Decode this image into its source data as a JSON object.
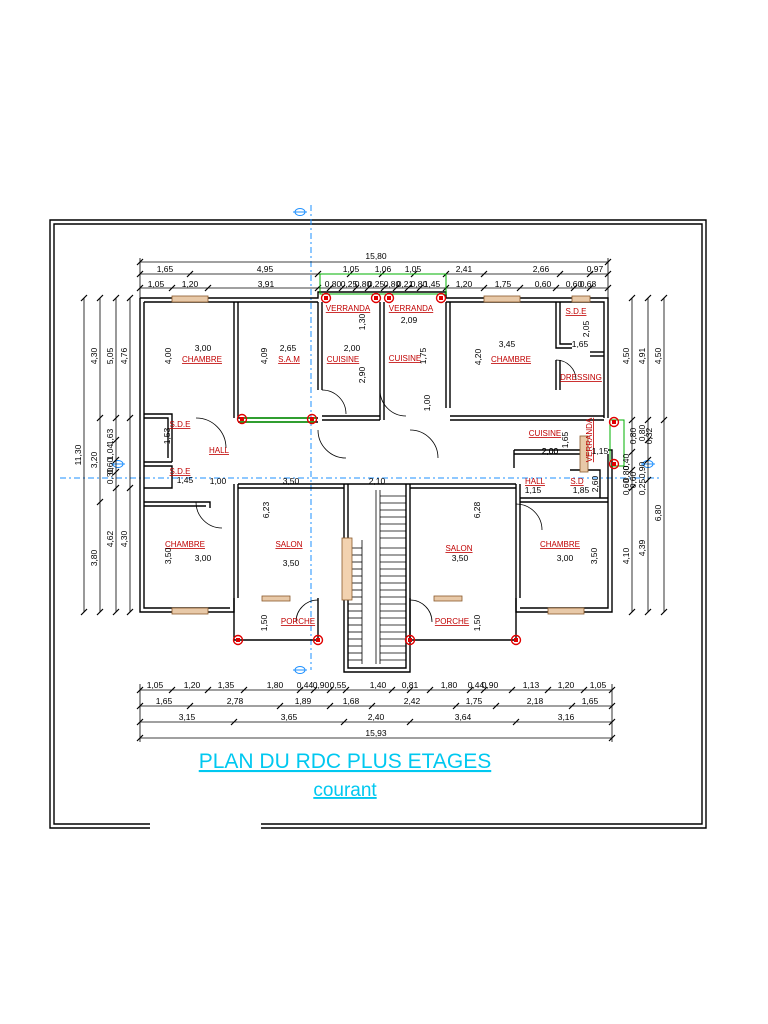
{
  "title": {
    "line1": "PLAN DU RDC PLUS ETAGES",
    "line2": "courant"
  },
  "rooms": [
    "CHAMBRE",
    "S.A.M",
    "CUISINE",
    "CUISINE",
    "CHAMBRE",
    "S.D.E",
    "DRESSING",
    "VERRANDA",
    "VERRANDA",
    "S.D.E",
    "HALL",
    "S.D.E",
    "CHAMBRE",
    "SALON",
    "SALON",
    "CHAMBRE",
    "PORCHE",
    "PORCHE",
    "CUISINE",
    "VERRANDA",
    "HALL",
    "S.D"
  ],
  "top_dims": {
    "total": "15,80",
    "row1": [
      "1,65",
      "4,95",
      "1,05",
      "1,06",
      "1,05",
      "2,41",
      "2,66",
      "0,97"
    ],
    "row2": [
      "1,05",
      "1,20",
      "3,91",
      "0,80",
      "0,25",
      "0,80",
      "0,25",
      "0,80",
      "0,21",
      "0,80",
      "1,45",
      "1,20",
      "1,75",
      "0,60",
      "0,60",
      "0,68"
    ]
  },
  "bottom_dims": {
    "row1": [
      "1,05",
      "1,20",
      "1,35",
      "1,80",
      "0,44",
      "0,90",
      "0,55",
      "1,40",
      "0,81",
      "1,80",
      "0,44",
      "0,90",
      "1,13",
      "1,20",
      "1,05"
    ],
    "row2": [
      "1,65",
      "2,78",
      "1,89",
      "1,68",
      "2,42",
      "1,75",
      "2,18",
      "1,65"
    ],
    "row3": [
      "3,15",
      "3,65",
      "2,40",
      "3,64",
      "3,16"
    ],
    "total": "15,93"
  },
  "left_dims": [
    "11,30",
    "4,30",
    "5,05",
    "4,76",
    "3,20",
    "1,63",
    "1,04",
    "0,60",
    "0,30",
    "3,80",
    "4,62",
    "4,30"
  ],
  "right_dims": [
    "4,50",
    "4,91",
    "4,50",
    "6,80",
    "4,10",
    "4,39",
    "0,60",
    "0,80",
    "0,80",
    "0,80",
    "0,40",
    "0,60",
    "0,25",
    "0,90",
    "0,32"
  ],
  "interior_dims": [
    "3,00",
    "4,00",
    "2,65",
    "4,09",
    "2,00",
    "1,30",
    "2,90",
    "2,09",
    "1,75",
    "1,00",
    "3,45",
    "4,20",
    "2,05",
    "1,65",
    "2,00",
    "1,53",
    "1,45",
    "1,00",
    "3,50",
    "6,23",
    "2,10",
    "6,28",
    "2,00",
    "1,65",
    "1,15",
    "1,15",
    "1,85",
    "2,60",
    "3,00",
    "3,50",
    "3,50",
    "1,50",
    "1,50",
    "3,50",
    "3,00",
    "3,50"
  ]
}
